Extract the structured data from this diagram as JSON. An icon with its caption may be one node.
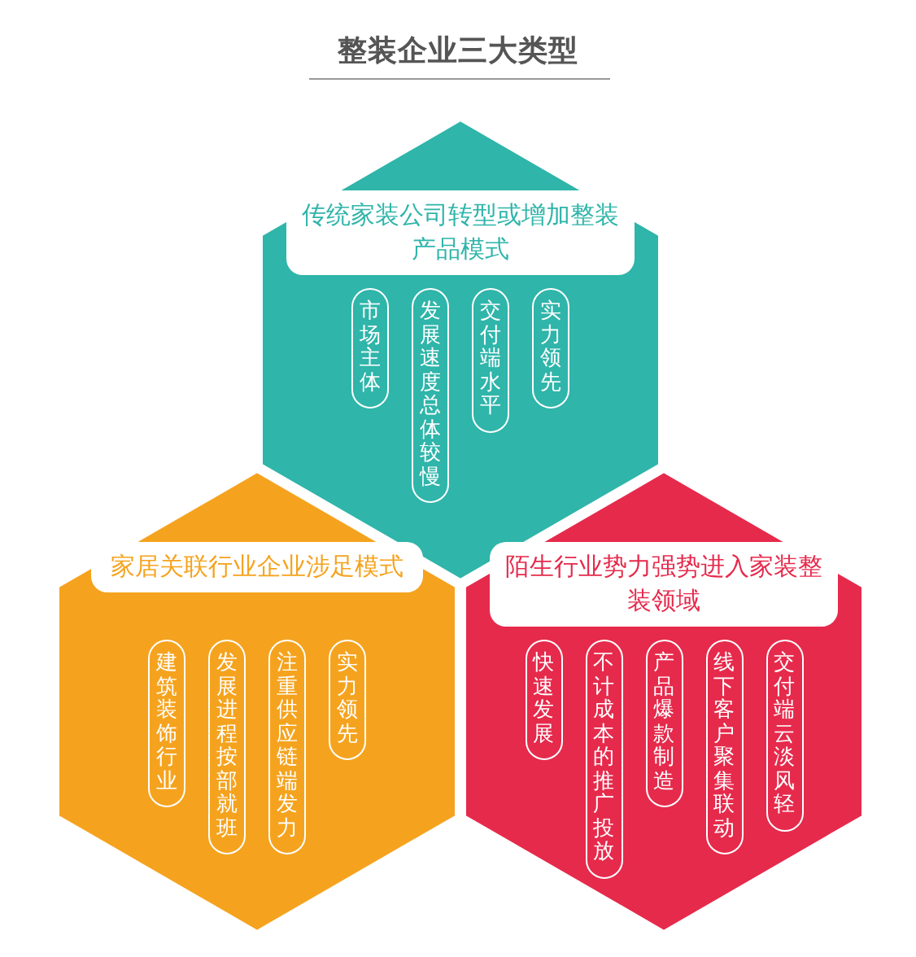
{
  "diagram": {
    "title": "整装企业三大类型",
    "nodes": [
      {
        "text": [
          "传统家装公司转型或增加整装产品模式"
        ]
      },
      {
        "text": [
          "市场主体"
        ],
        "in": 0
      },
      {
        "text": [
          "发展速度总体较慢"
        ],
        "in": 0
      },
      {
        "text": [
          "交付端水平"
        ],
        "in": 0
      },
      {
        "text": [
          "实力领先"
        ],
        "in": 0
      },
      {
        "text": [
          "家居关联行业企业涉足模式"
        ]
      },
      {
        "text": [
          "建筑装饰行业"
        ],
        "in": 5
      },
      {
        "text": [
          "发展进程按部就班"
        ],
        "in": 5
      },
      {
        "text": [
          "注重供应链端发力"
        ],
        "in": 5
      },
      {
        "text": [
          "实力领先"
        ],
        "in": 5
      },
      {
        "text": [
          "陌生行业势力强势进入家装整装领域"
        ]
      },
      {
        "text": [
          "快速发展"
        ],
        "in": 10
      },
      {
        "text": [
          "不计成本的推广投放"
        ],
        "in": 10
      },
      {
        "text": [
          "产品爆款制造"
        ],
        "in": 10
      },
      {
        "text": [
          "线下客户聚集联动"
        ],
        "in": 10
      },
      {
        "text": [
          "交付端云淡风轻"
        ],
        "in": 10
      }
    ],
    "edges": []
  }
}
